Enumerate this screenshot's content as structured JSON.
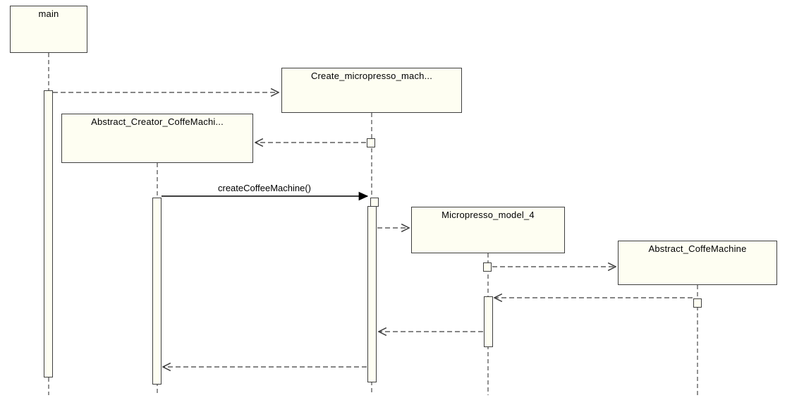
{
  "diagram": {
    "type": "uml-sequence-diagram",
    "colors": {
      "background": "#FFFFFF",
      "box_fill": "#FEFEF2",
      "box_border": "#3F3F3F",
      "line": "#3F3F3F"
    }
  },
  "nodes": {
    "main": {
      "label": "main"
    },
    "create_micropresso": {
      "label": "Create_micropresso_mach..."
    },
    "abstract_creator": {
      "label": "Abstract_Creator_CoffeMachi..."
    },
    "micropresso_model": {
      "label": "Micropresso_model_4"
    },
    "abstract_coffemachine": {
      "label": "Abstract_CoffeMachine"
    }
  },
  "messages": {
    "create_coffee_machine": {
      "label": "createCoffeeMachine()"
    }
  }
}
